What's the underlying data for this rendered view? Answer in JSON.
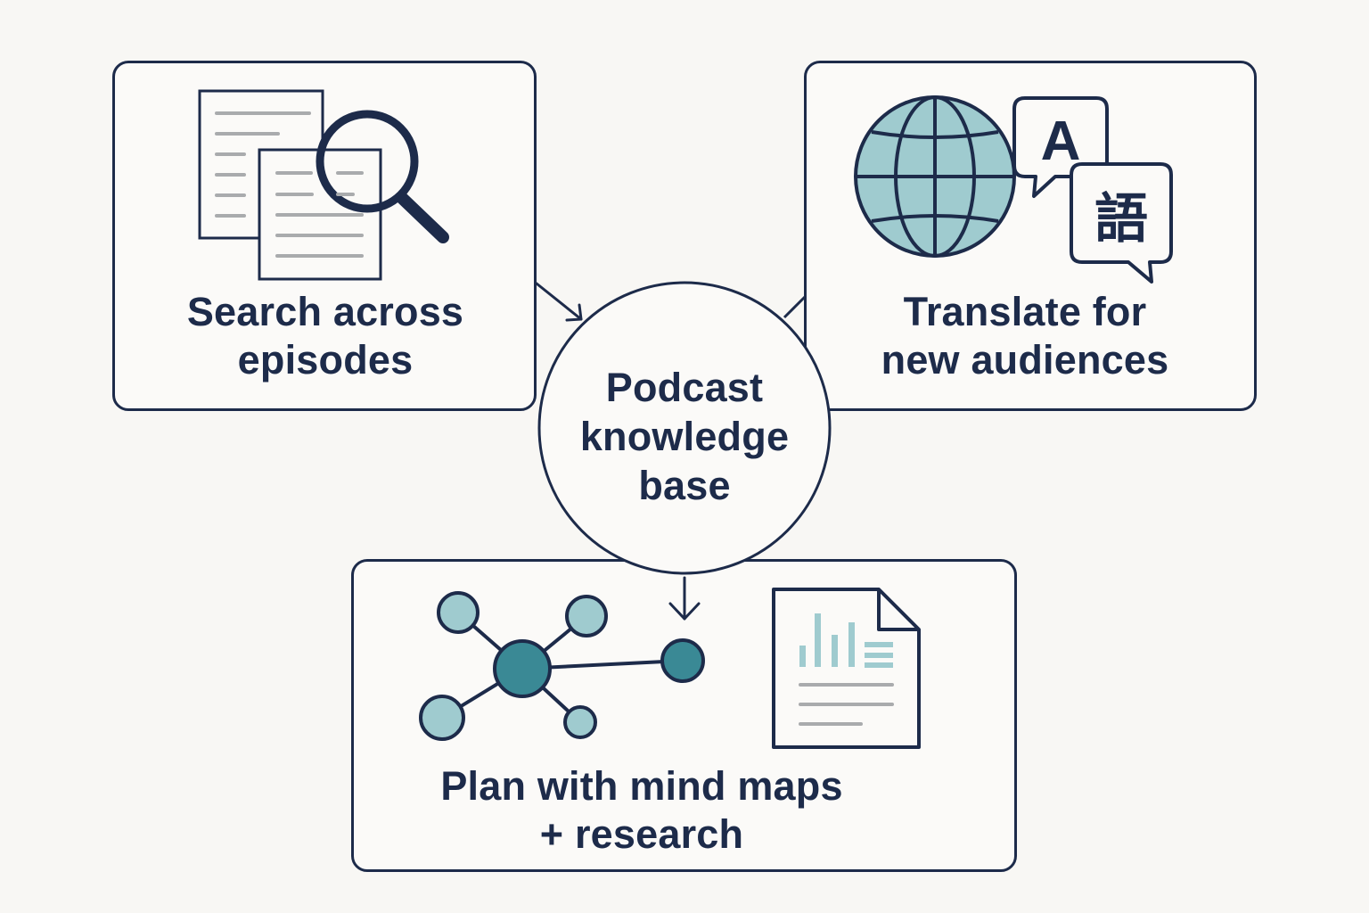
{
  "hub": {
    "line1": "Podcast",
    "line2": "knowledge",
    "line3": "base"
  },
  "panels": {
    "search": {
      "line1": "Search across",
      "line2": "episodes",
      "icon": "documents-magnifier-icon"
    },
    "translate": {
      "line1": "Translate for",
      "line2": "new audiences",
      "icon": "globe-translate-icon",
      "bubble_latin": "A",
      "bubble_cjk": "語"
    },
    "plan": {
      "line1": "Plan with mind maps",
      "line2": "+ research",
      "icon": "mind-map-icon",
      "doc_icon": "report-document-icon"
    }
  },
  "colors": {
    "ink": "#1d2b4a",
    "teal_dark": "#3a8995",
    "teal_light": "#9fcbcf",
    "gray_lines": "#a9abad",
    "background": "#f8f7f4"
  }
}
